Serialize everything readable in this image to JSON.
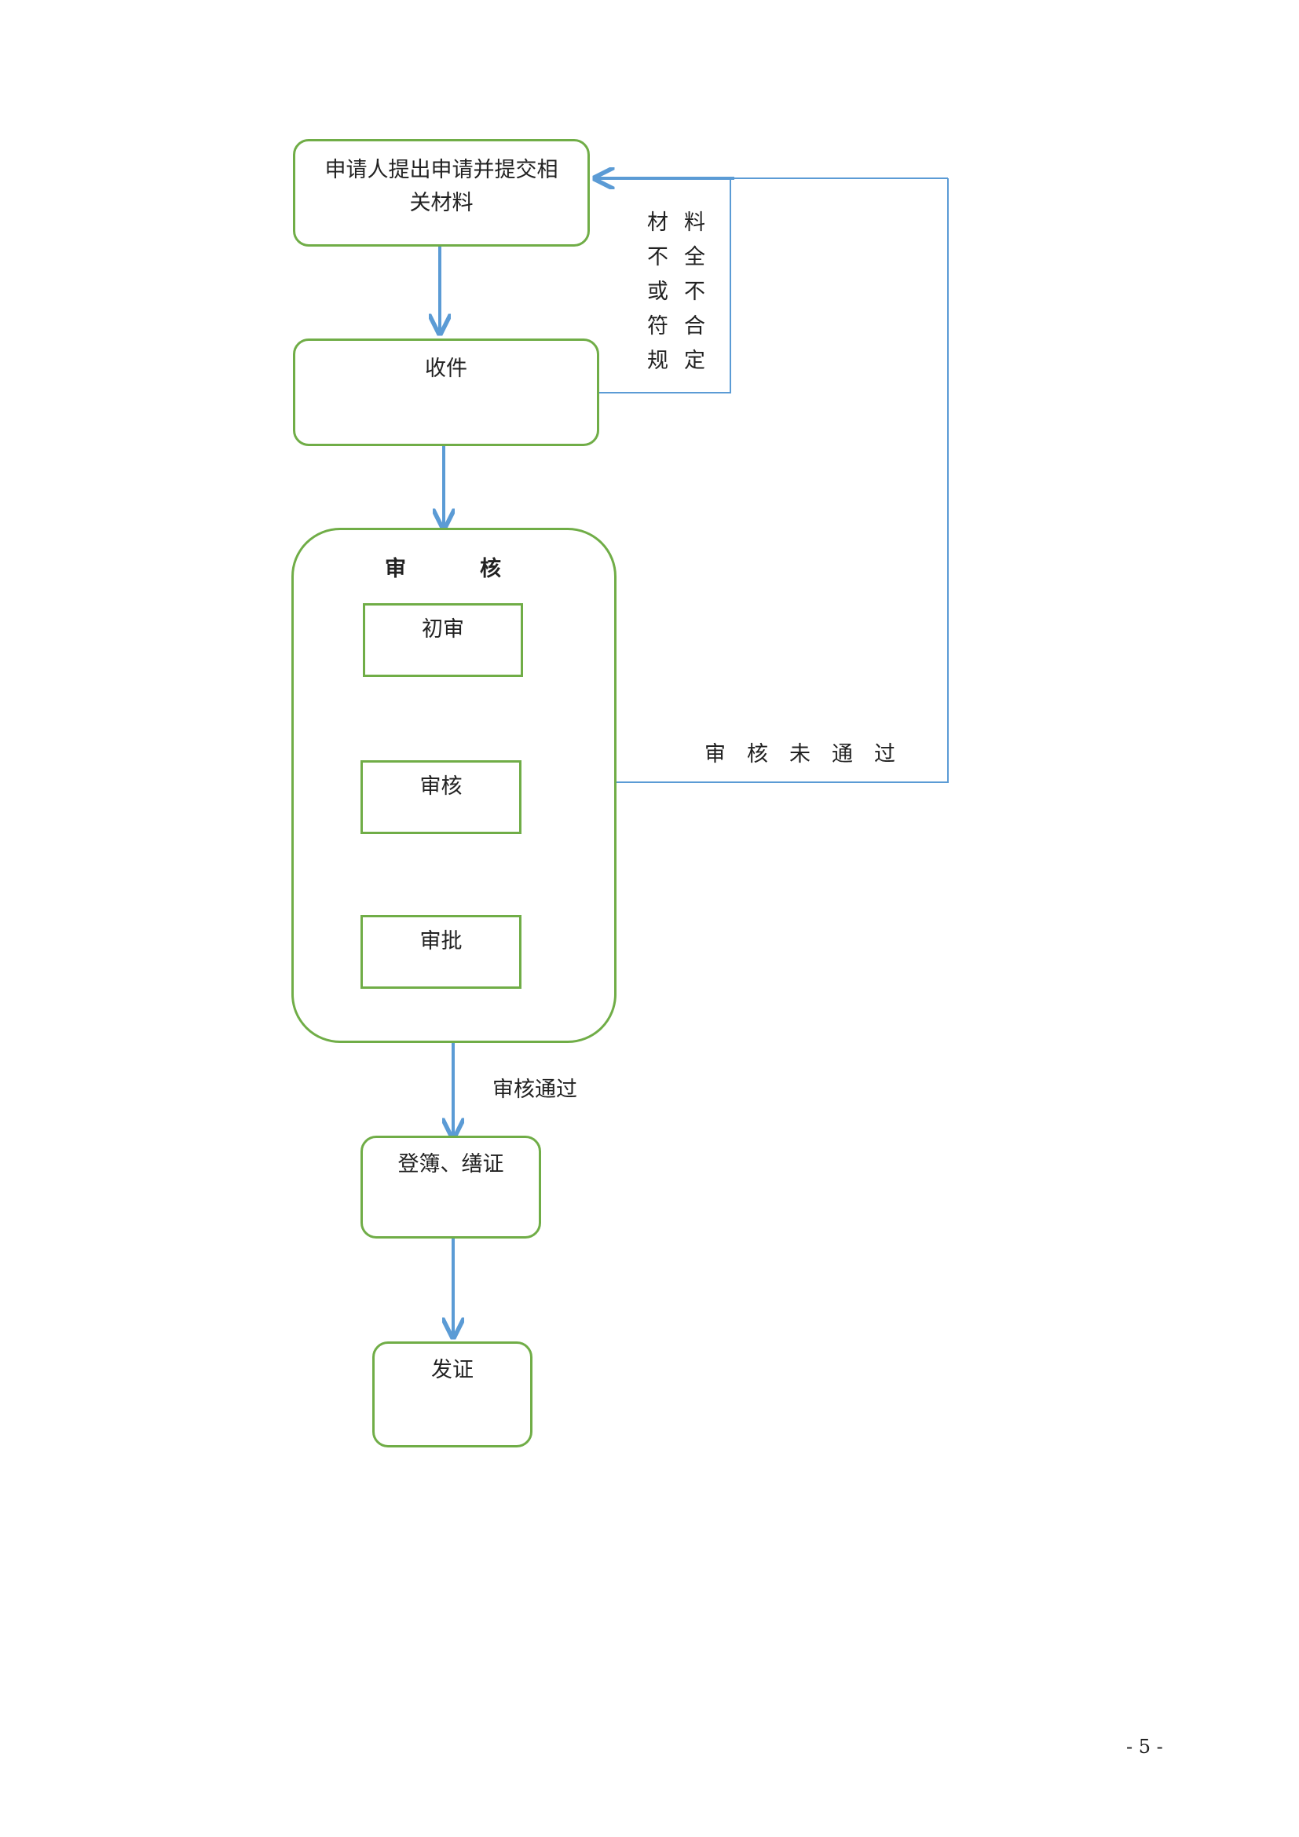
{
  "flowchart": {
    "steps": {
      "apply": {
        "line1": "申请人提出申请并提交相",
        "line2": "关材料"
      },
      "receive": {
        "label": "收件"
      },
      "review_group": {
        "title_left": "审",
        "title_right": "核"
      },
      "initial_review": {
        "label": "初审"
      },
      "review": {
        "label": "审核"
      },
      "approval": {
        "label": "审批"
      },
      "register": {
        "label": "登簿、缮证"
      },
      "issue": {
        "label": "发证"
      }
    },
    "annotations": {
      "materials_incomplete": {
        "col1": [
          "材",
          "不",
          "或",
          "符",
          "规"
        ],
        "col2": [
          "料",
          "全",
          "不",
          "合",
          "定"
        ]
      },
      "review_failed": "审核未通过",
      "review_passed": "审核通过"
    },
    "colors": {
      "box_border": "#70ad47",
      "arrow": "#5b9bd5",
      "connector": "#5b9bd5"
    }
  },
  "page": {
    "number": "- 5 -"
  }
}
